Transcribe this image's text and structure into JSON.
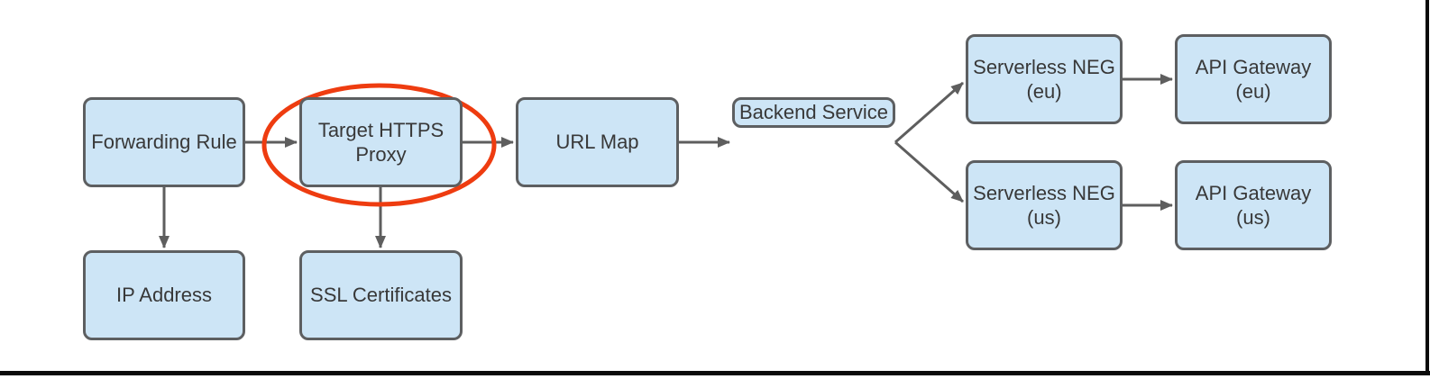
{
  "diagram": {
    "nodes": [
      {
        "id": "forwarding-rule",
        "label": "Forwarding Rule"
      },
      {
        "id": "target-https-proxy",
        "label": "Target HTTPS\nProxy"
      },
      {
        "id": "url-map",
        "label": "URL Map"
      },
      {
        "id": "backend-service",
        "label": "Backend Service"
      },
      {
        "id": "serverless-neg-eu",
        "label": "Serverless NEG\n(eu)"
      },
      {
        "id": "api-gateway-eu",
        "label": "API Gateway\n(eu)"
      },
      {
        "id": "serverless-neg-us",
        "label": "Serverless NEG\n(us)"
      },
      {
        "id": "api-gateway-us",
        "label": "API Gateway\n(us)"
      },
      {
        "id": "ip-address",
        "label": "IP Address"
      },
      {
        "id": "ssl-certificates",
        "label": "SSL Certificates"
      }
    ],
    "edges": [
      {
        "from": "forwarding-rule",
        "to": "target-https-proxy"
      },
      {
        "from": "target-https-proxy",
        "to": "url-map"
      },
      {
        "from": "url-map",
        "to": "backend-service"
      },
      {
        "from": "backend-service",
        "to": "serverless-neg-eu"
      },
      {
        "from": "backend-service",
        "to": "serverless-neg-us"
      },
      {
        "from": "serverless-neg-eu",
        "to": "api-gateway-eu"
      },
      {
        "from": "serverless-neg-us",
        "to": "api-gateway-us"
      },
      {
        "from": "forwarding-rule",
        "to": "ip-address"
      },
      {
        "from": "target-https-proxy",
        "to": "ssl-certificates"
      }
    ],
    "highlight": {
      "shape": "ellipse",
      "around": "target-https-proxy",
      "color": "#ee3c10"
    },
    "colors": {
      "node_fill": "#cde5f6",
      "node_border": "#5d5f61",
      "arrow": "#5e5e5e",
      "text": "#383838",
      "frame_line": "#0a0a0a"
    }
  }
}
